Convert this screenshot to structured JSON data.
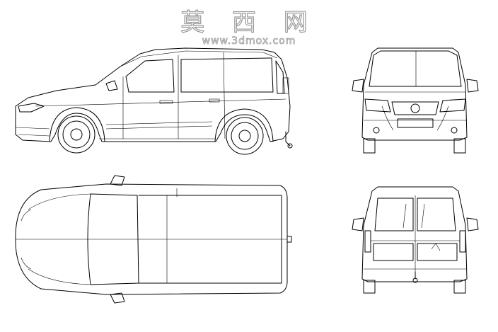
{
  "watermark": {
    "title": "莫 西 网",
    "url": "www.3dmox.com"
  },
  "colors": {
    "stroke": "#000000",
    "background": "#ffffff",
    "watermark": "#9a9a9a"
  },
  "views": [
    "side",
    "front",
    "top",
    "rear"
  ]
}
